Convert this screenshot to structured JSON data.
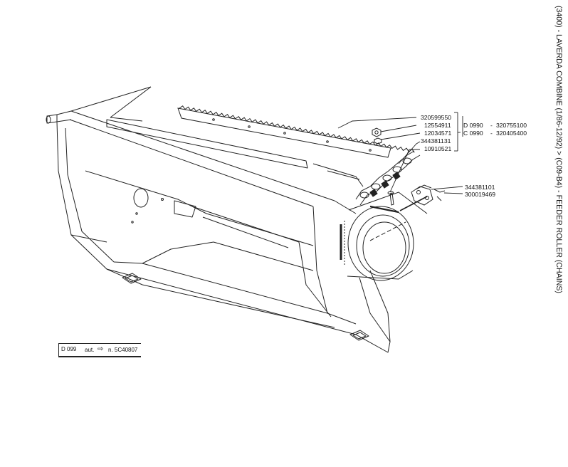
{
  "side_title": "(3400) - LAVERDA COMBINE (1/86-12/92) > (C09-B4) - FEEDER ROLLER (CHAINS)",
  "parts": [
    {
      "number": "320599550"
    },
    {
      "number": "12554911"
    },
    {
      "number": "12034571"
    },
    {
      "number": "344381131"
    },
    {
      "number": "10910521"
    },
    {
      "number": "344381101"
    },
    {
      "number": "300019469"
    }
  ],
  "variants": [
    {
      "code": "D 0990",
      "part": "320755100"
    },
    {
      "code": "C 0990",
      "part": "320405400"
    }
  ],
  "serial_note": {
    "code": "D 099",
    "text": "aut.",
    "arrow": "⇨",
    "serial": "n. 5C40807"
  },
  "colors": {
    "ink": "#111111",
    "paper": "#ffffff"
  }
}
